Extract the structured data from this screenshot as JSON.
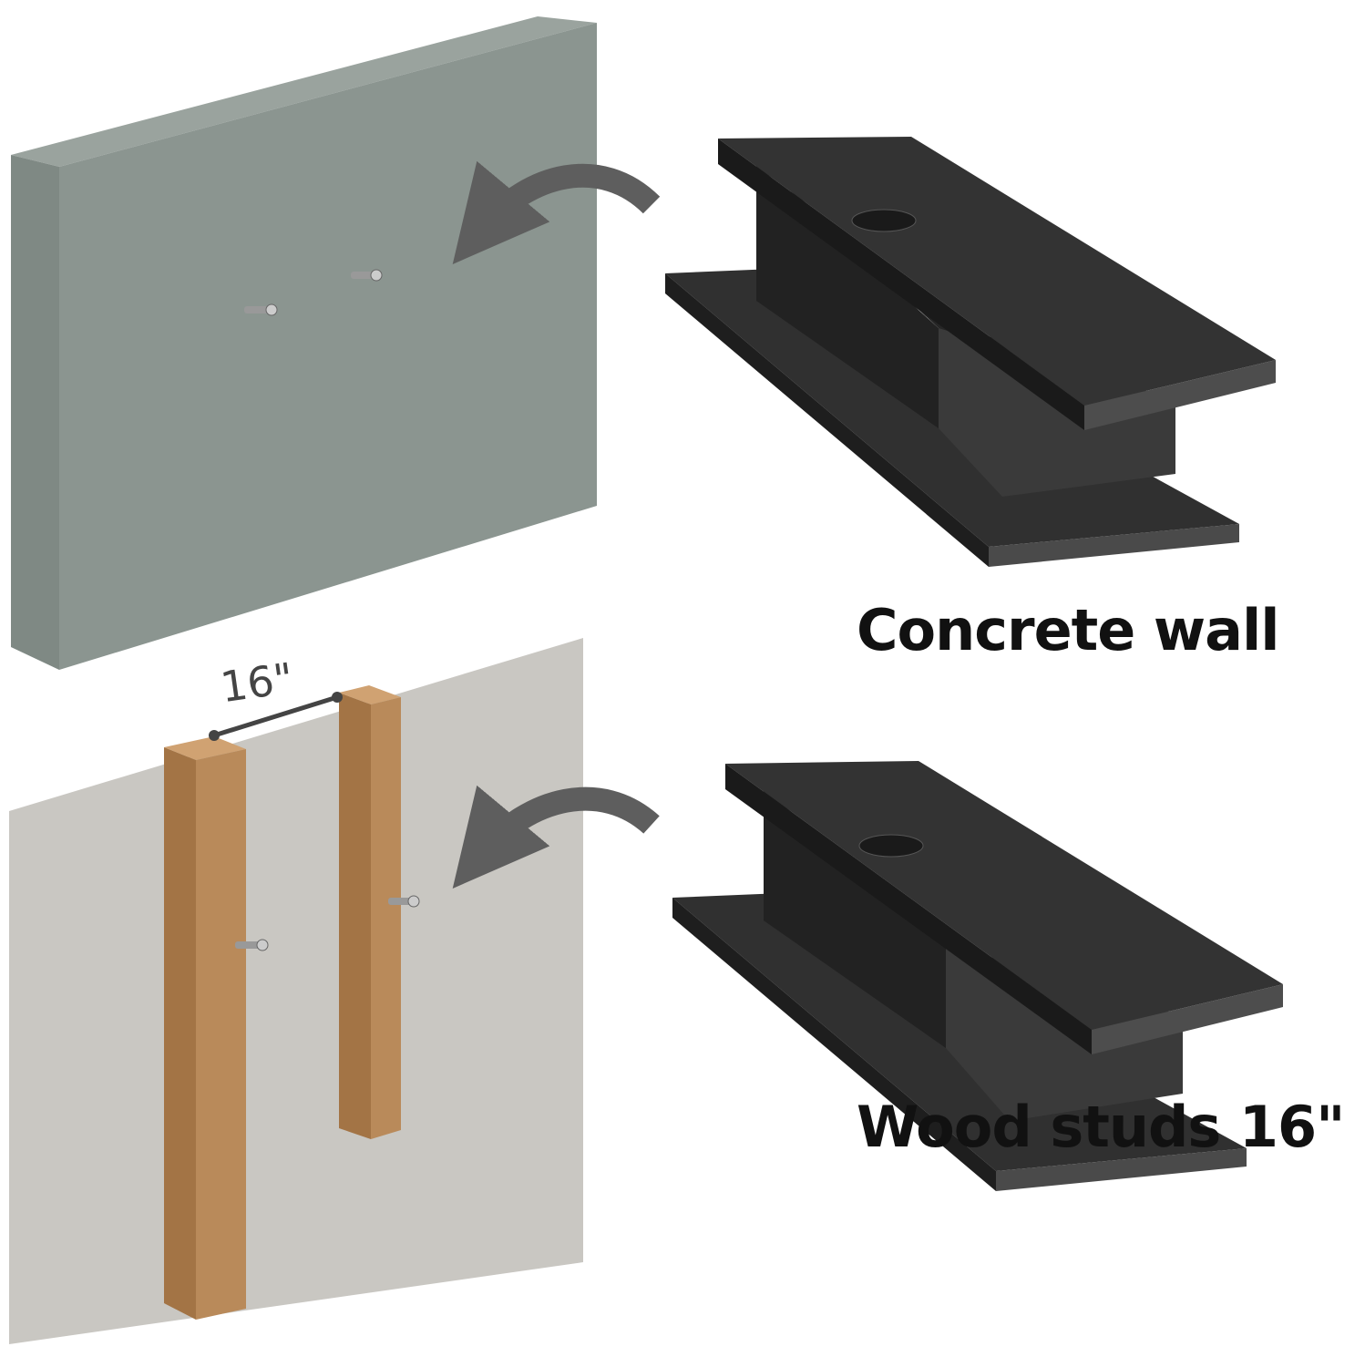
{
  "panels": [
    {
      "label": "Concrete wall",
      "wall_type": "concrete"
    },
    {
      "label": "Wood studs 16\"",
      "wall_type": "drywall-with-studs",
      "stud_spacing_label": "16\""
    }
  ],
  "colors": {
    "concrete": "#8b9590",
    "drywall": "#c9c7c2",
    "stud": "#b98a5a",
    "shelf": "#2b2b2b",
    "arrow": "#5e5e5e"
  }
}
